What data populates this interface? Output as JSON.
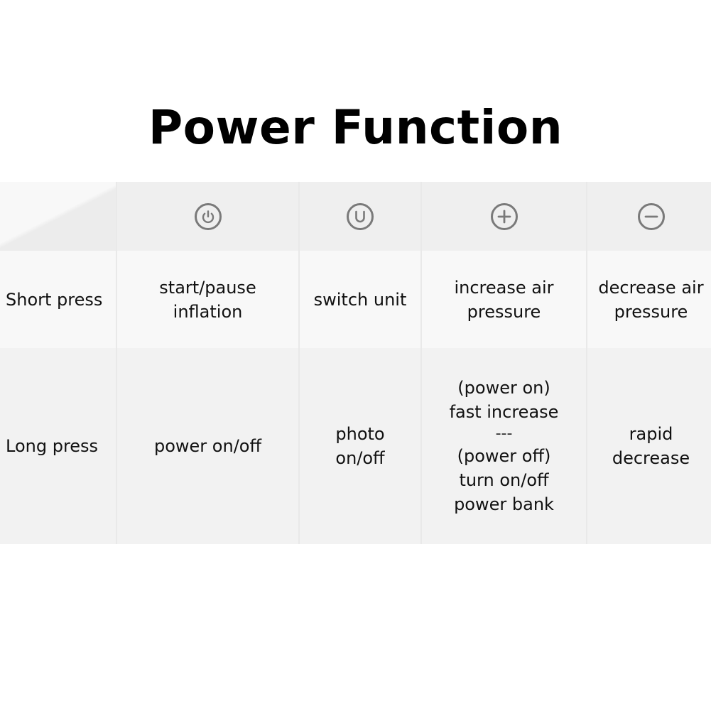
{
  "title": "Power Function",
  "icons": {
    "power": "power-icon",
    "unit": "unit-u-icon",
    "plus": "plus-circle-icon",
    "minus": "minus-circle-icon",
    "color": "#7a7a7a"
  },
  "rows": {
    "short": {
      "label": "Short press",
      "power": [
        "start/pause",
        "inflation"
      ],
      "unit": [
        "switch unit"
      ],
      "plus": [
        "increase air",
        "pressure"
      ],
      "minus": [
        "decrease air",
        "pressure"
      ]
    },
    "long": {
      "label": "Long press",
      "power": [
        "power on/off"
      ],
      "unit": [
        "photo",
        "on/off"
      ],
      "plus": [
        "(power on)",
        "fast increase",
        "---",
        "(power off)",
        "turn on/off",
        "power bank"
      ],
      "minus": [
        "rapid",
        "decrease"
      ]
    }
  }
}
